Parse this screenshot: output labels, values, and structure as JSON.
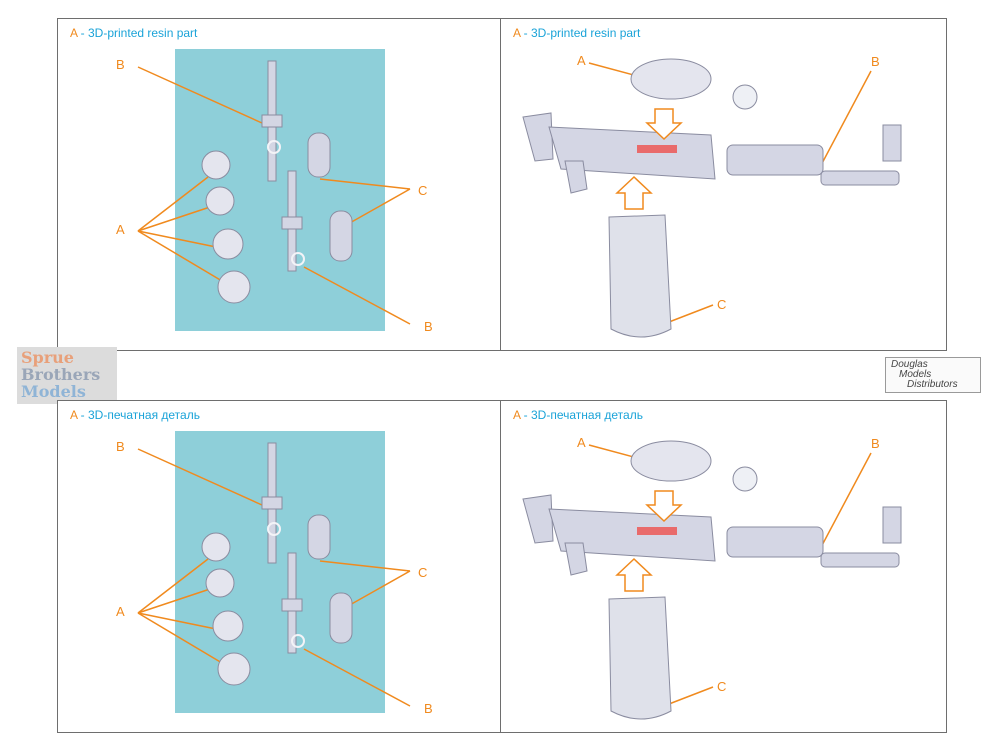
{
  "panels": [
    {
      "id": "top-left",
      "title_key": "A",
      "title_rest": " - 3D-printed resin part",
      "labels": {
        "A": "A",
        "B1": "B",
        "B2": "B",
        "C": "C"
      }
    },
    {
      "id": "top-right",
      "title_key": "A",
      "title_rest": " - 3D-printed resin part",
      "labels": {
        "A": "A",
        "B": "B",
        "C": "C"
      }
    },
    {
      "id": "bottom-left",
      "title_key": "A",
      "title_rest": " - 3D-печатная деталь",
      "labels": {
        "A": "A",
        "B1": "B",
        "B2": "B",
        "C": "C"
      }
    },
    {
      "id": "bottom-right",
      "title_key": "A",
      "title_rest": " - 3D-печатная деталь",
      "labels": {
        "A": "A",
        "B": "B",
        "C": "C"
      }
    }
  ],
  "logos": {
    "sprue": [
      "Sprue",
      "Brothers",
      "Models"
    ],
    "douglas": [
      "Douglas",
      "Models",
      "Distributors"
    ]
  },
  "colors": {
    "accent": "#f08a1e",
    "title_blue": "#1aa3d8",
    "print_bg": "#8ecfd9",
    "part_grey": "#d4d6e4"
  }
}
